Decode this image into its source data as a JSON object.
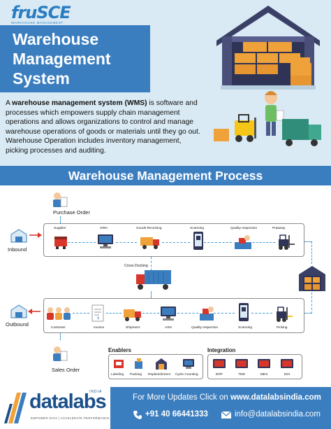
{
  "header": {
    "logo_text": "fruSCE",
    "logo_sub": "WAREHOUSE MANAGEMENT",
    "title_lines": [
      "Warehouse",
      "Management",
      "System"
    ],
    "intro_prefix": "A ",
    "intro_bold": "warehouse management system (WMS)",
    "intro_rest": " is software and processes which empowers supply chain management operations and allows organizations to control and manage warehouse operations of goods or materials until they go out. Warehouse Operation includes inventory management, picking processes and auditing."
  },
  "process": {
    "title": "Warehouse Management Process",
    "purchase_order": "Purchase Order",
    "inbound": "Inbound",
    "outbound": "Outbound",
    "sales_order": "Sales Order",
    "cross_docking": "Cross Docking",
    "inbound_steps": [
      "Supplier",
      "GRN",
      "Goods Receiving",
      "Scanning",
      "Quality Inspection",
      "Putaway"
    ],
    "outbound_steps": [
      "Customer",
      "Invoice",
      "Shipment",
      "ASN",
      "Quality Inspection",
      "Scanning",
      "Picking"
    ],
    "enablers_title": "Enablers",
    "enablers": [
      "Labeling",
      "Packing",
      "Replenishment",
      "Cycle Counting"
    ],
    "integration_title": "Integration",
    "integrations": [
      "ERP",
      "TMS",
      "MES",
      "EDI"
    ]
  },
  "footer": {
    "update_prefix": "For More Updates Click on ",
    "website": "www.datalabsindia.com",
    "phone": "+91 40 66441333",
    "email": "info@datalabsindia.com",
    "logo_word": "datalabs",
    "logo_india": "INDIA",
    "logo_tagline": "EMPOWER DATA | ACCELERATE PERFORMANCE"
  },
  "colors": {
    "primary_blue": "#3b7ec0",
    "light_blue_bg": "#d9eaf4",
    "dashed_arrow": "#3b9ad9",
    "red_arrow": "#d9362b",
    "box_orange": "#f0a23a",
    "truck_yellow": "#f5c518"
  }
}
